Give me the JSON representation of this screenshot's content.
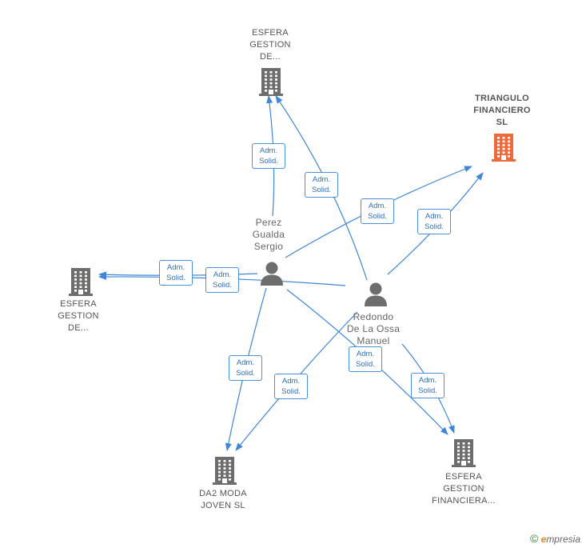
{
  "nodes": {
    "esfera_top": {
      "lines": [
        "ESFERA",
        "GESTION",
        "DE..."
      ]
    },
    "triangulo": {
      "lines": [
        "TRIANGULO",
        "FINANCIERO",
        "SL"
      ]
    },
    "esfera_left": {
      "lines": [
        "ESFERA",
        "GESTION",
        "DE..."
      ]
    },
    "perez": {
      "lines": [
        "Perez",
        "Gualda",
        "Sergio"
      ]
    },
    "redondo": {
      "lines": [
        "Redondo",
        "De La Ossa",
        "Manuel"
      ]
    },
    "da2": {
      "lines": [
        "DA2 MODA",
        "JOVEN  SL"
      ]
    },
    "esfera_fin": {
      "lines": [
        "ESFERA",
        "GESTION",
        "FINANCIERA..."
      ]
    }
  },
  "edge_label": {
    "line1": "Adm.",
    "line2": "Solid."
  },
  "colors": {
    "company": "#6d6d6d",
    "highlight": "#ee6a3a",
    "person": "#6d6d6d",
    "edge": "#3f86d8"
  },
  "copyright": {
    "symbol": "©",
    "brand_initial": "e",
    "brand_rest": "mpresia"
  }
}
